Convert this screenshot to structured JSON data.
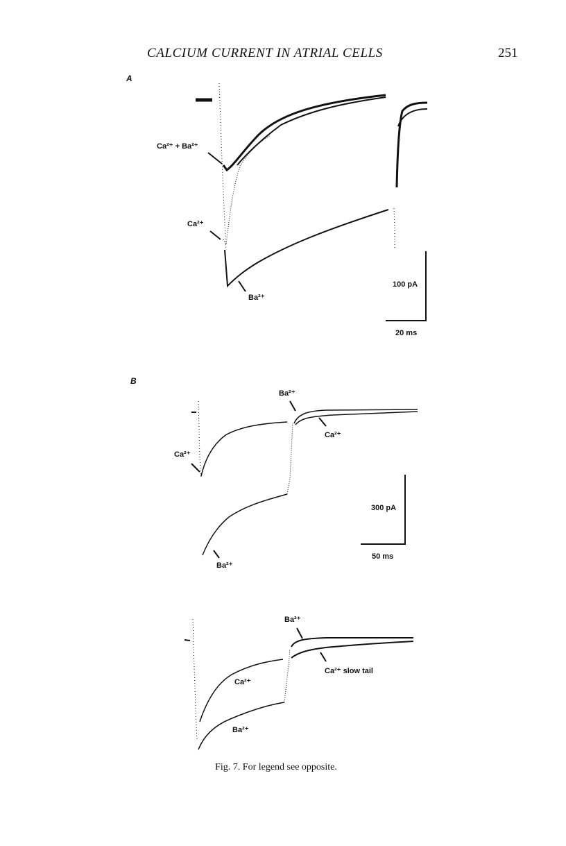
{
  "running_head": {
    "title": "CALCIUM CURRENT IN ATRIAL CELLS",
    "page_number": "251"
  },
  "panels": [
    {
      "id": "A",
      "labels": {
        "ca_ba": "Ca²⁺ + Ba²⁺",
        "ca": "Ca²⁺",
        "ba": "Ba²⁺"
      },
      "scale": {
        "current": "100 pA",
        "time": "20 ms"
      }
    },
    {
      "id": "B",
      "labels": {
        "ba_top": "Ba²⁺",
        "ca_tail": "Ca²⁺",
        "ca": "Ca²⁺",
        "ba": "Ba²⁺",
        "ba_top2": "Ba²⁺",
        "ca_slow_tail": "Ca²⁺ slow tail",
        "ca2": "Ca²⁺",
        "ba2": "Ba²⁺"
      },
      "scale": {
        "current": "300 pA",
        "time": "50 ms"
      }
    }
  ],
  "caption": "Fig. 7. For legend see opposite."
}
